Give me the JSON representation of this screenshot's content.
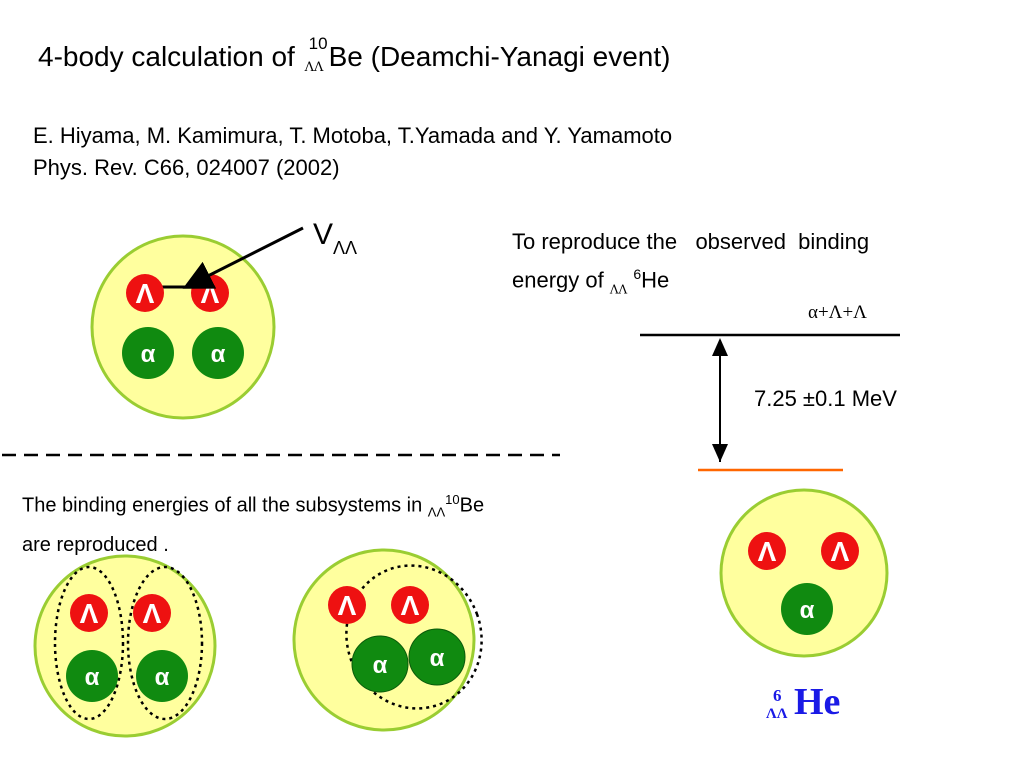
{
  "title": {
    "prefix": "4-body calculation of",
    "mass_number": "10",
    "hyper_sub": "ΛΛ",
    "rest": "Be (Deamchi-Yanagi event)"
  },
  "reference": {
    "authors": "E. Hiyama, M. Kamimura, T. Motoba, T.Yamada and Y. Yamamoto",
    "journal": "Phys. Rev. C66, 024007 (2002)"
  },
  "interaction_label": {
    "main": "V",
    "sub": "ΛΛ"
  },
  "reproduce_text": {
    "line1": "To reproduce the   observed  binding",
    "line2_prefix": "energy of",
    "line2_sub": "ΛΛ",
    "line2_sup": "6",
    "line2_rest": "He"
  },
  "threshold_label": "α+Λ+Λ",
  "binding_energy": "7.25 ±0.1 MeV",
  "subsystems_text": {
    "line1_prefix": "The binding energies of all the subsystems in",
    "line1_sub": "ΛΛ",
    "line1_sup": "10",
    "line1_rest": "Be",
    "line2": "are reproduced ."
  },
  "particles": {
    "lambda": "Λ",
    "alpha": "α"
  },
  "he6_label": {
    "mass": "6",
    "sub": "ΛΛ",
    "symbol": "He"
  },
  "colors": {
    "nucleus_fill": "#ffff9e",
    "nucleus_stroke": "#9acd32",
    "lambda_fill": "#ee1111",
    "alpha_fill": "#108a10",
    "ground_level": "#ff6600",
    "he_label": "#1a1ae6"
  }
}
